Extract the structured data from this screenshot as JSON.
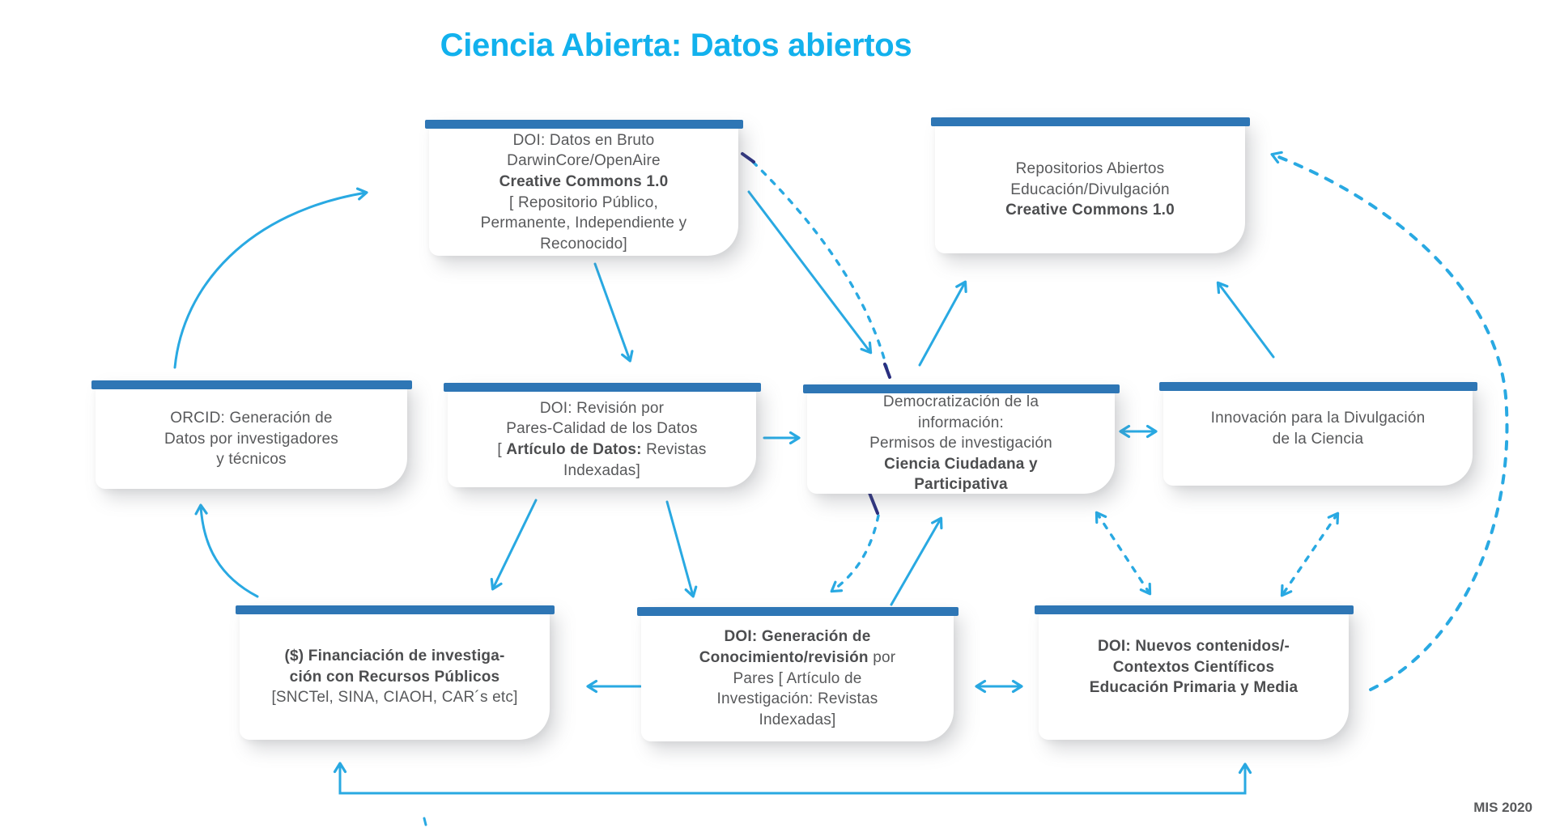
{
  "title": "Ciencia Abierta: Datos abiertos",
  "credit": "MIS 2020",
  "colors": {
    "accent_cyan": "#29a9e2",
    "title_cyan": "#12b1ed",
    "bar_blue": "#2e76b5",
    "text_gray": "#58595b",
    "navy": "#2a2f7f"
  },
  "boxes": [
    {
      "id": "doi-datos-bruto",
      "lines": [
        [
          {
            "t": "DOI: Datos en Bruto"
          }
        ],
        [
          {
            "t": "DarwinCore/OpenAire"
          }
        ],
        [
          {
            "t": "Creative Commons 1.0",
            "b": true
          }
        ],
        [
          {
            "t": "[ Repositorio Público,"
          }
        ],
        [
          {
            "t": "Permanente, Independiente y"
          }
        ],
        [
          {
            "t": "Reconocido]"
          }
        ]
      ]
    },
    {
      "id": "repositorios",
      "lines": [
        [
          {
            "t": "Repositorios Abiertos"
          }
        ],
        [
          {
            "t": "Educación/Divulgación"
          }
        ],
        [
          {
            "t": "Creative Commons 1.0",
            "b": true
          }
        ]
      ]
    },
    {
      "id": "orcid",
      "lines": [
        [
          {
            "t": "ORCID: Generación de"
          }
        ],
        [
          {
            "t": "Datos por investigadores"
          }
        ],
        [
          {
            "t": "y técnicos"
          }
        ]
      ]
    },
    {
      "id": "doi-revision",
      "lines": [
        [
          {
            "t": "DOI: Revisión por"
          }
        ],
        [
          {
            "t": "Pares-Calidad de los Datos"
          }
        ],
        [
          {
            "t": "[ "
          },
          {
            "t": "Artículo de Datos:",
            "b": true
          },
          {
            "t": " Revistas"
          }
        ],
        [
          {
            "t": "Indexadas]"
          }
        ]
      ]
    },
    {
      "id": "democratizacion",
      "lines": [
        [
          {
            "t": "Democratización de la"
          }
        ],
        [
          {
            "t": "información:"
          }
        ],
        [
          {
            "t": "Permisos de investigación"
          }
        ],
        [
          {
            "t": "Ciencia Ciudadana y",
            "b": true
          }
        ],
        [
          {
            "t": "Participativa",
            "b": true
          }
        ]
      ]
    },
    {
      "id": "innovacion",
      "lines": [
        [
          {
            "t": "Innovación para la Divulgación"
          }
        ],
        [
          {
            "t": "de la Ciencia"
          }
        ]
      ]
    },
    {
      "id": "financiacion",
      "lines": [
        [
          {
            "t": "($) Financiación de investiga-",
            "b": true
          }
        ],
        [
          {
            "t": "ción con Recursos Públicos",
            "b": true
          }
        ],
        [
          {
            "t": "[SNCTel, SINA, CIAOH, CAR´s etc]"
          }
        ]
      ]
    },
    {
      "id": "doi-generacion",
      "lines": [
        [
          {
            "t": "DOI: Generación de",
            "b": true
          }
        ],
        [
          {
            "t": "Conocimiento/revisión",
            "b": true
          },
          {
            "t": " por"
          }
        ],
        [
          {
            "t": "Pares [ Artículo de"
          }
        ],
        [
          {
            "t": "Investigación: Revistas"
          }
        ],
        [
          {
            "t": "Indexadas]"
          }
        ]
      ]
    },
    {
      "id": "doi-nuevos",
      "lines": [
        [
          {
            "t": "DOI: Nuevos contenidos/-",
            "b": true
          }
        ],
        [
          {
            "t": "Contextos Científicos",
            "b": true
          }
        ],
        [
          {
            "t": "Educación Primaria y Media",
            "b": true
          }
        ]
      ]
    }
  ],
  "edges": [
    {
      "from": "orcid",
      "to": "doi-datos-bruto",
      "style": "solid-curve",
      "heads": "end"
    },
    {
      "from": "doi-datos-bruto",
      "to": "doi-revision",
      "style": "solid",
      "heads": "end"
    },
    {
      "from": "doi-datos-bruto",
      "to": "democratizacion",
      "style": "solid",
      "heads": "end"
    },
    {
      "from": "doi-datos-bruto",
      "to": "democratizacion",
      "style": "dashed-curve-navy-tips",
      "heads": "none"
    },
    {
      "from": "doi-revision",
      "to": "democratizacion",
      "style": "solid",
      "heads": "end"
    },
    {
      "from": "democratizacion",
      "to": "repositorios",
      "style": "solid",
      "heads": "end"
    },
    {
      "from": "innovacion",
      "to": "repositorios",
      "style": "solid",
      "heads": "end"
    },
    {
      "from": "democratizacion",
      "to": "innovacion",
      "style": "solid",
      "heads": "both"
    },
    {
      "from": "doi-revision",
      "to": "financiacion",
      "style": "solid",
      "heads": "end"
    },
    {
      "from": "doi-revision",
      "to": "doi-generacion",
      "style": "solid",
      "heads": "end"
    },
    {
      "from": "democratizacion",
      "to": "doi-generacion",
      "style": "dashed-curve-navy-tip",
      "heads": "end"
    },
    {
      "from": "doi-generacion",
      "to": "democratizacion",
      "style": "solid",
      "heads": "end"
    },
    {
      "from": "doi-generacion",
      "to": "financiacion",
      "style": "solid",
      "heads": "end"
    },
    {
      "from": "doi-generacion",
      "to": "doi-nuevos",
      "style": "solid",
      "heads": "both"
    },
    {
      "from": "democratizacion",
      "to": "doi-nuevos",
      "style": "dashed",
      "heads": "both"
    },
    {
      "from": "innovacion",
      "to": "doi-nuevos",
      "style": "dashed",
      "heads": "both"
    },
    {
      "from": "doi-nuevos",
      "to": "repositorios",
      "style": "dashed-curve",
      "heads": "end"
    },
    {
      "from": "financiacion",
      "to": "doi-nuevos",
      "style": "solid-bracket",
      "heads": "both"
    }
  ]
}
